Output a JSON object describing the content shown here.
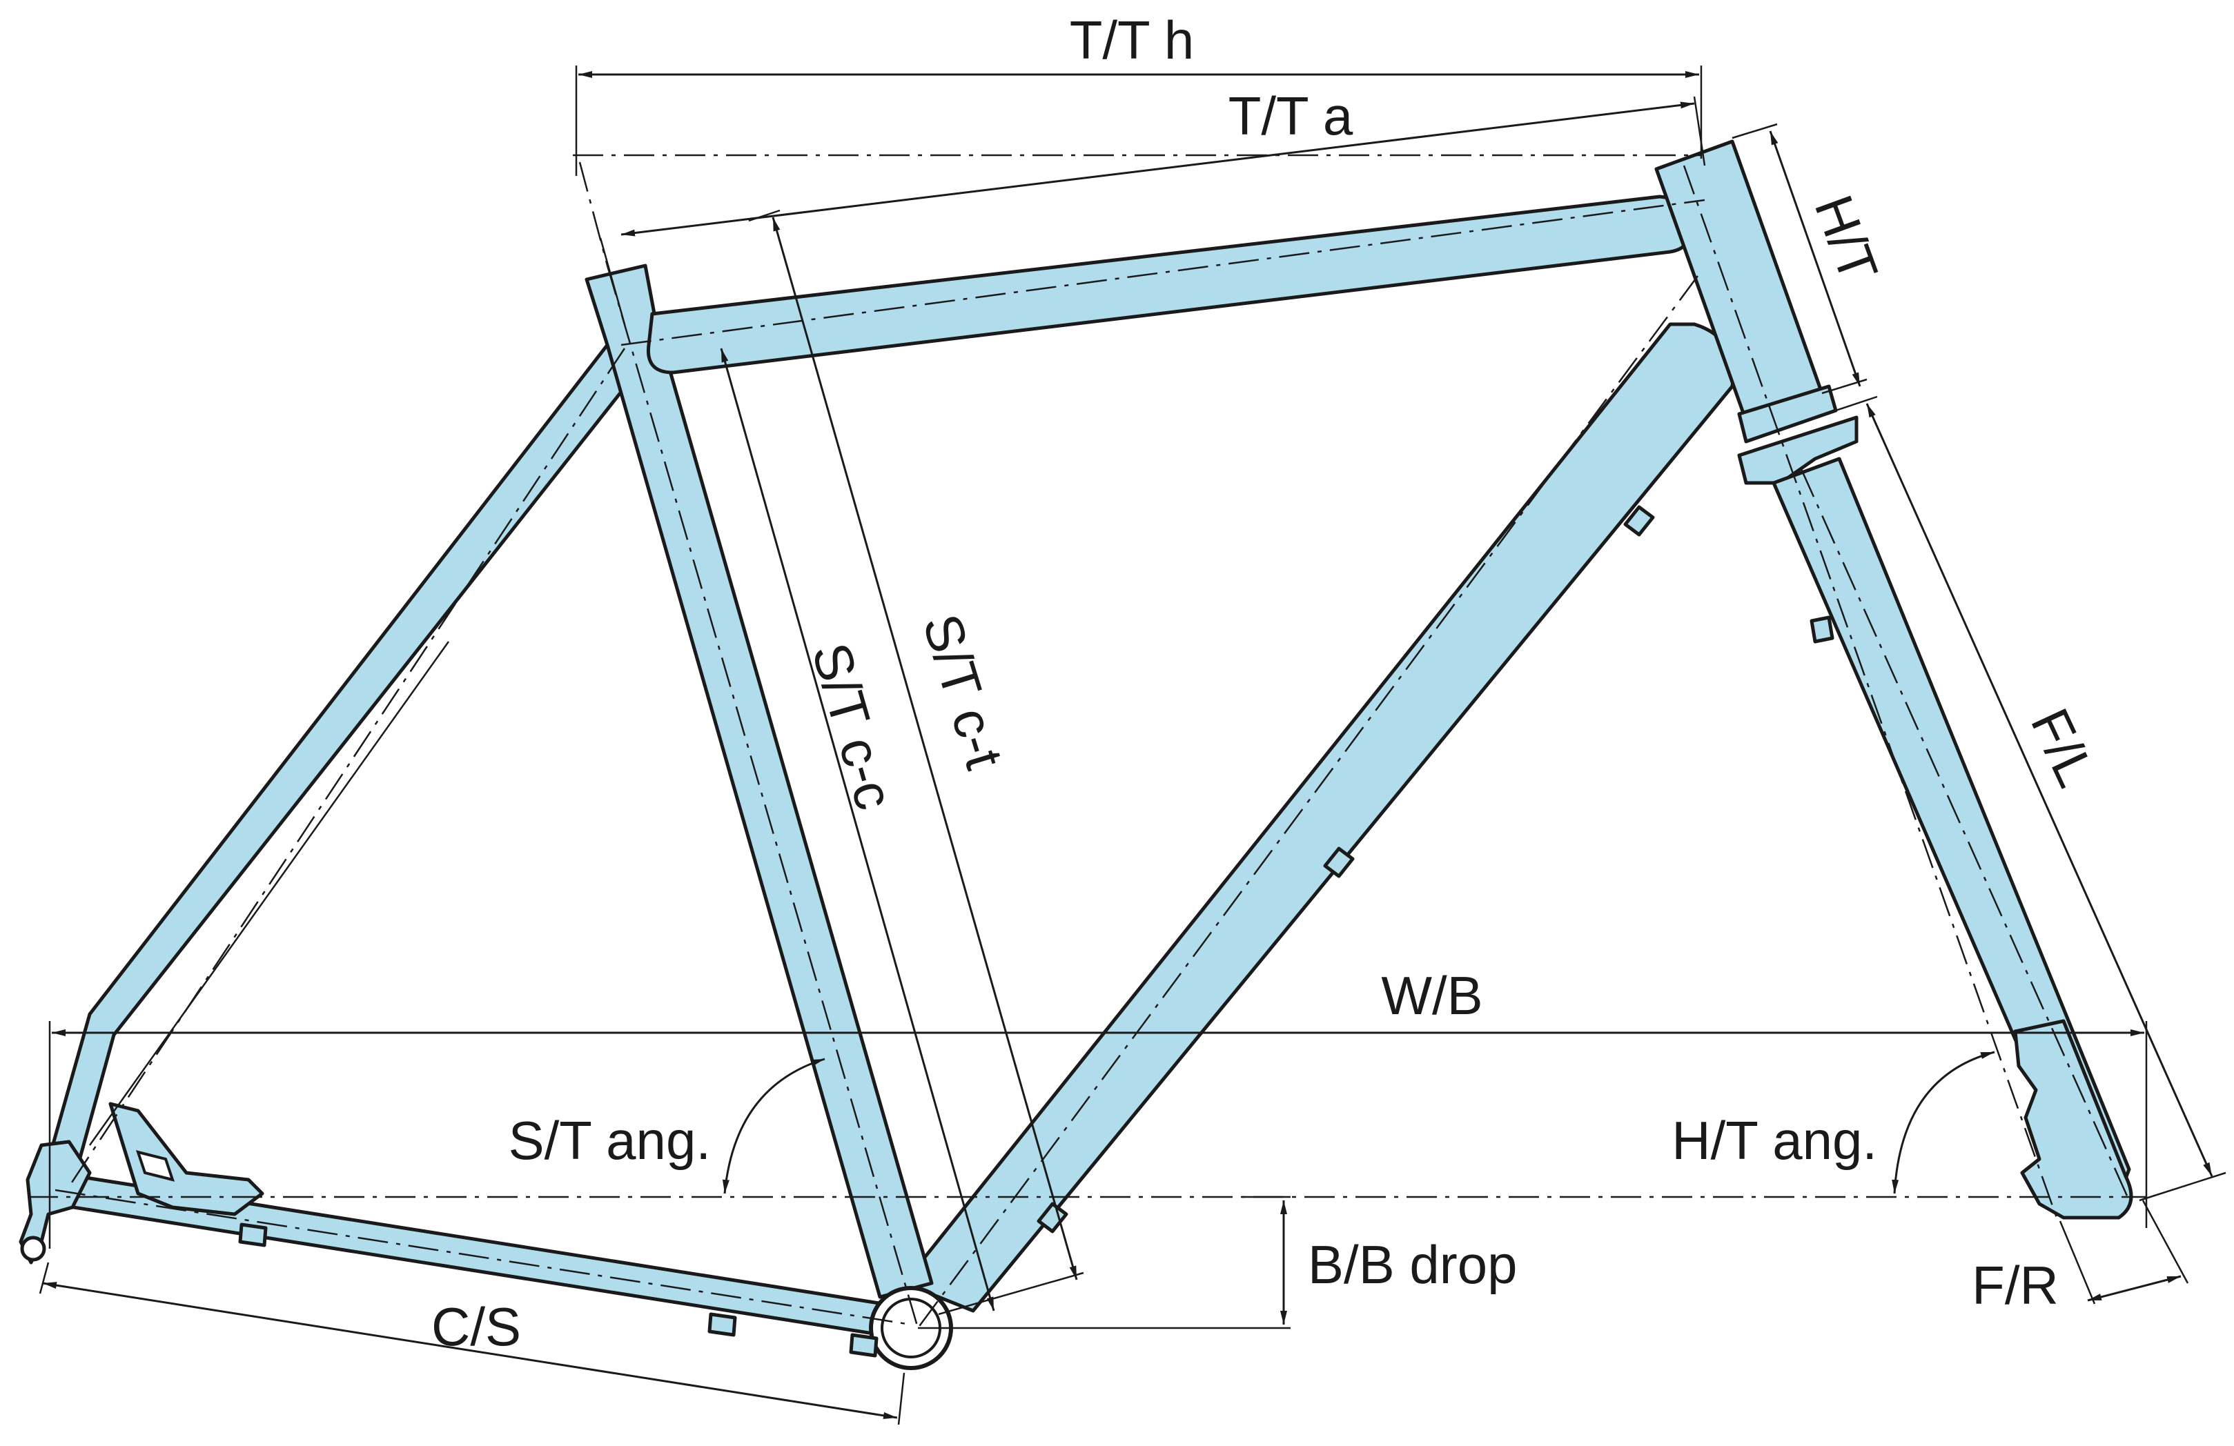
{
  "diagram": {
    "colors": {
      "tube_fill": "#b0dcec",
      "line": "#1a1a1a",
      "background": "#ffffff"
    },
    "labels": {
      "tt_horizontal": "T/T h",
      "tt_actual": "T/T a",
      "head_tube": "H/T",
      "seat_tube_ct": "S/T c-t",
      "seat_tube_cc": "S/T c-c",
      "fork_length": "F/L",
      "wheelbase": "W/B",
      "seat_tube_angle": "S/T ang.",
      "head_tube_angle": "H/T ang.",
      "bb_drop": "B/B drop",
      "chainstay": "C/S",
      "fork_rake": "F/R"
    }
  }
}
